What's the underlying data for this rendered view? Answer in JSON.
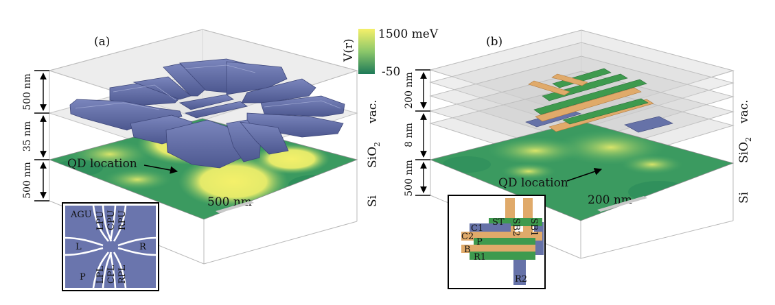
{
  "panel_a": {
    "label": "(a)",
    "dims": [
      "500 nm",
      "35 nm",
      "500 nm"
    ],
    "layers": [
      "vac.",
      "SiO",
      "2",
      "Si"
    ],
    "qd_label": "QD location",
    "scale_bar": "500 nm",
    "inset_labels": {
      "agu": "AGU",
      "lpu": "LPU",
      "cpu": "CPU",
      "rpu": "RPU",
      "l": "L",
      "r": "R",
      "p": "P",
      "lpl": "LPL",
      "cpl": "CPL",
      "rpl": "RPL"
    }
  },
  "panel_b": {
    "label": "(b)",
    "dims": [
      "200 nm",
      "8 nm",
      "500 nm"
    ],
    "layers": [
      "vac.",
      "SiO",
      "2",
      "Si"
    ],
    "qd_label": "QD location",
    "scale_bar": "200 nm",
    "inset_labels": {
      "sb2": "SB2",
      "sb1": "SB1",
      "st": "ST",
      "c1": "C1",
      "c2": "C2",
      "p": "P",
      "b": "B",
      "r1": "R1",
      "r2": "R2"
    }
  },
  "colorbar": {
    "title": "V(r)",
    "max_label": "1500 meV",
    "min_label": "-50",
    "colors": [
      "#f5f06a",
      "#8cc76a",
      "#1e7a58"
    ]
  },
  "colors": {
    "gate_blue": "#6672a8",
    "gate_green": "#3e9a4e",
    "gate_orange": "#e0aa6a",
    "si_green": "#3b9a60",
    "si_yellow": "#eceb6a"
  }
}
